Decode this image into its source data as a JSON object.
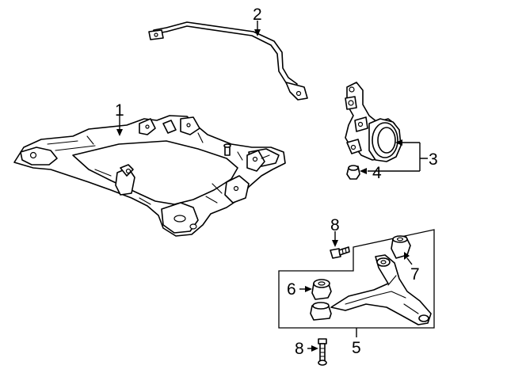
{
  "callouts": {
    "c1": "1",
    "c2": "2",
    "c3": "3",
    "c4": "4",
    "c5": "5",
    "c6": "6",
    "c7": "7",
    "c8_top": "8",
    "c8_bottom": "8"
  },
  "colors": {
    "line": "#000000",
    "background": "#ffffff"
  }
}
